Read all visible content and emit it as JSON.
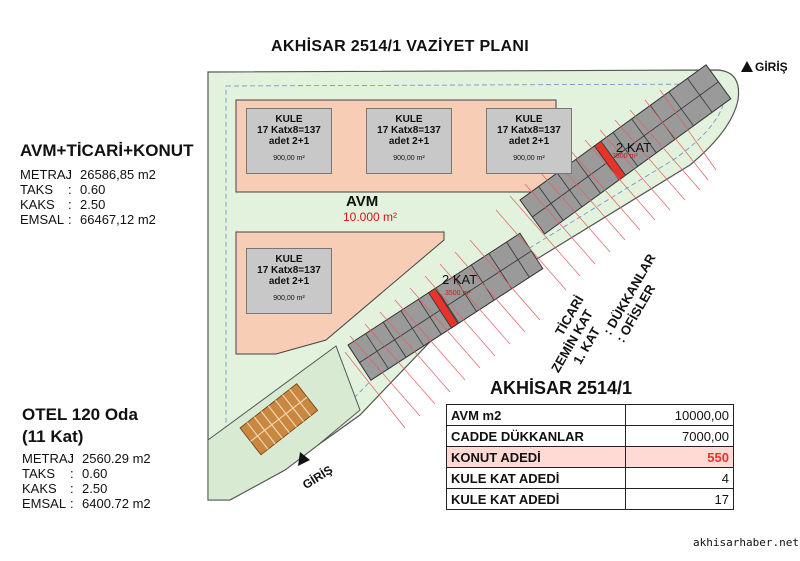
{
  "plan_title": "AKHİSAR  2514/1  VAZİYET PLANI",
  "entrance_top": "GİRİŞ",
  "entrance_bottom": "GİRİŞ",
  "avm_block": {
    "title": "AVM+TİCARİ+KONUT",
    "rows": [
      {
        "key": "METRAJ",
        "value": "26586,85 m2"
      },
      {
        "key": "TAKS",
        "value": "0.60"
      },
      {
        "key": "KAKS",
        "value": "2.50"
      },
      {
        "key": "EMSAL",
        "value": "66467,12 m2"
      }
    ]
  },
  "otel_block": {
    "title": "OTEL 120 Oda",
    "subtitle": "(11 Kat)",
    "rows": [
      {
        "key": "METRAJ",
        "value": "2560.29 m2"
      },
      {
        "key": "TAKS",
        "value": "0.60"
      },
      {
        "key": "KAKS",
        "value": "2.50"
      },
      {
        "key": "EMSAL",
        "value": "6400.72 m2"
      }
    ]
  },
  "kule": {
    "name": "KULE",
    "line2": "17 Katx8=137",
    "line3": "adet 2+1",
    "area": "900,00 m²"
  },
  "avm": {
    "label": "AVM",
    "area": "10.000 m²"
  },
  "kat_label_1": "2 KAT",
  "kat_label_2": "2 KAT",
  "small_area_1": "3500 m²",
  "small_area_2": "3500 m²",
  "commerce": {
    "line1": "TİCARİ",
    "line2": "ZEMİN KAT",
    "line3": "1. KAT",
    "line4": ": DÜKKANLAR",
    "line5": ": OFİSLER"
  },
  "summary": {
    "title": "AKHİSAR  2514/1",
    "rows": [
      {
        "label": "AVM m2",
        "value": "10000,00",
        "highlight": false
      },
      {
        "label": "CADDE DÜKKANLAR",
        "value": "7000,00",
        "highlight": false
      },
      {
        "label": "KONUT ADEDİ",
        "value": "550",
        "highlight": true
      },
      {
        "label": "KULE KAT ADEDİ",
        "value": "4",
        "highlight": false
      },
      {
        "label": "KULE KAT ADEDİ",
        "value": "17",
        "highlight": false
      }
    ]
  },
  "watermark": "akhisarhaber.net",
  "colors": {
    "site_fill": "#e2f2dc",
    "avm_fill": "#f8cdb6",
    "kule_fill": "#c8c8c8",
    "shop_fill": "#9a9a9a",
    "hotel_fill": "#c9873f",
    "highlight_red": "#e8332a"
  }
}
